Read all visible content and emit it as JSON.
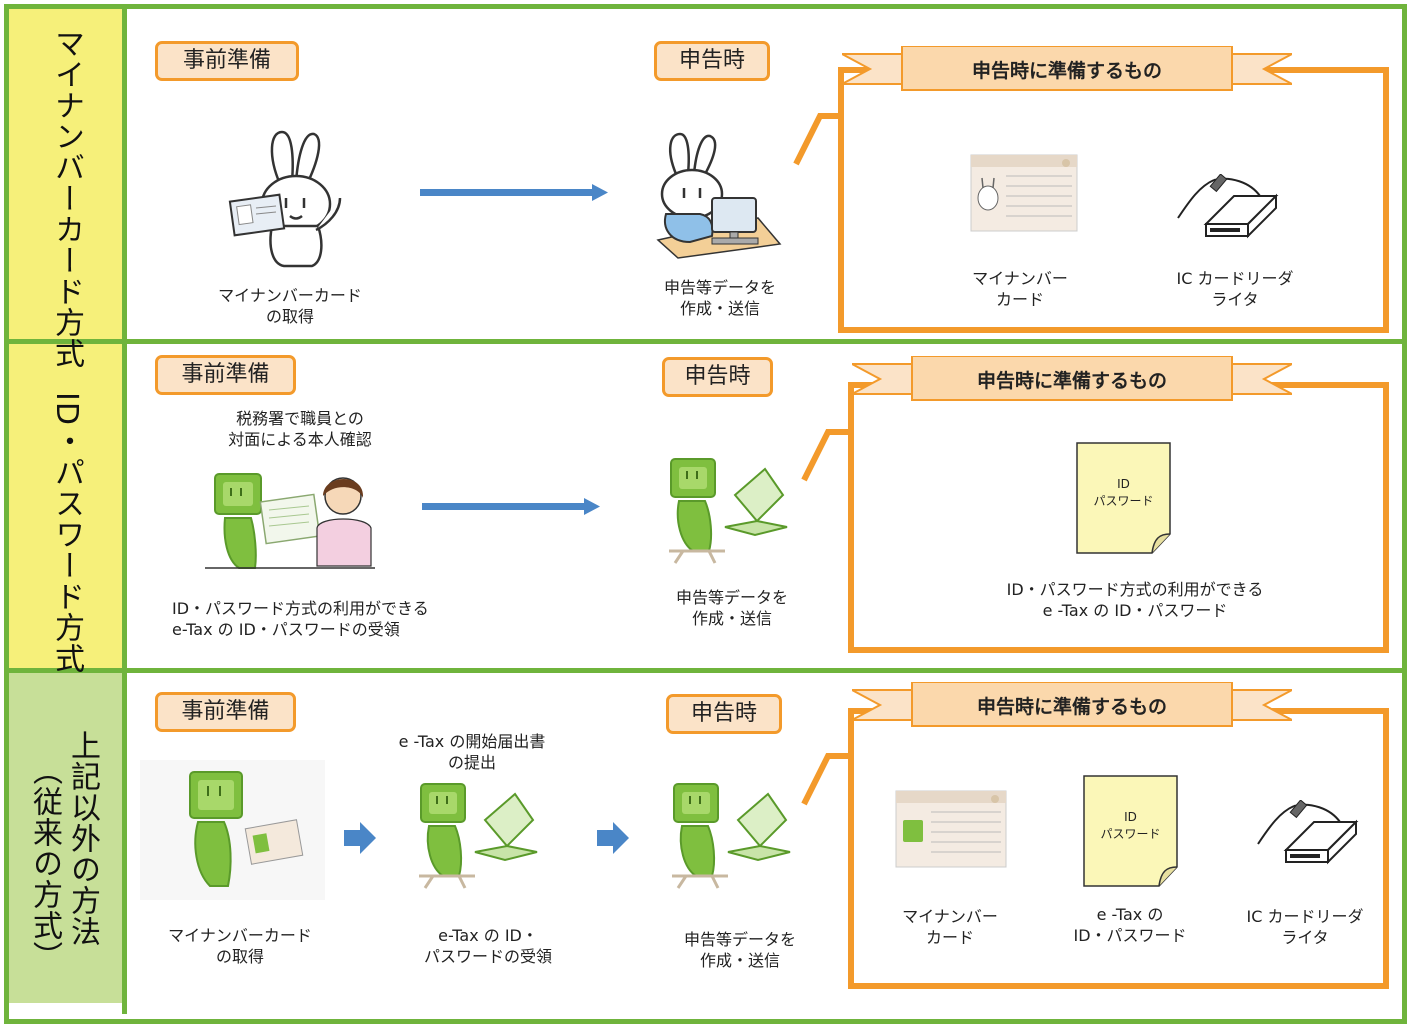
{
  "rows": [
    {
      "side_label": "マイナンバーカード方式",
      "prep_tag": "事前準備",
      "filing_tag": "申告時",
      "prep_caption": [
        "マイナンバーカード",
        "の取得"
      ],
      "filing_caption": [
        "申告等データを",
        "作成・送信"
      ],
      "ribbon": "申告時に準備するもの",
      "items": [
        {
          "caption": [
            "マイナンバー",
            "カード"
          ],
          "icon": "my-number-card-icon"
        },
        {
          "caption": [
            "IC カードリーダ",
            "ライタ"
          ],
          "icon": "ic-card-reader-icon"
        }
      ]
    },
    {
      "side_label": "ID・パスワード方式",
      "prep_tag": "事前準備",
      "filing_tag": "申告時",
      "prep_note": [
        "税務署で職員との",
        "対面による本人確認"
      ],
      "prep_caption": [
        "ID・パスワード方式の利用ができる",
        "e-Tax の ID・パスワードの受領"
      ],
      "filing_caption": [
        "申告等データを",
        "作成・送信"
      ],
      "ribbon": "申告時に準備するもの",
      "note_text": [
        "ID",
        "パスワード"
      ],
      "items": [
        {
          "caption": [
            "ID・パスワード方式の利用ができる",
            "e -Tax の ID・パスワード"
          ],
          "icon": "id-password-note-icon"
        }
      ]
    },
    {
      "side_label_line1": "上記以外の方法",
      "side_label_line2": "（従来の方式）",
      "prep_tag": "事前準備",
      "filing_tag": "申告時",
      "prep_caption": [
        "マイナンバーカード",
        "の取得"
      ],
      "mid_note": [
        "e -Tax の開始届出書",
        "の提出"
      ],
      "mid_caption": [
        "e-Tax の ID・",
        "パスワードの受領"
      ],
      "filing_caption": [
        "申告等データを",
        "作成・送信"
      ],
      "ribbon": "申告時に準備するもの",
      "note_text": [
        "ID",
        "パスワード"
      ],
      "items": [
        {
          "caption": [
            "マイナンバー",
            "カード"
          ],
          "icon": "my-number-card-icon"
        },
        {
          "caption": [
            "e -Tax の",
            "ID・パスワード"
          ],
          "icon": "id-password-note-icon"
        },
        {
          "caption": [
            "IC カードリーダ",
            "ライタ"
          ],
          "icon": "ic-card-reader-icon"
        }
      ]
    }
  ]
}
